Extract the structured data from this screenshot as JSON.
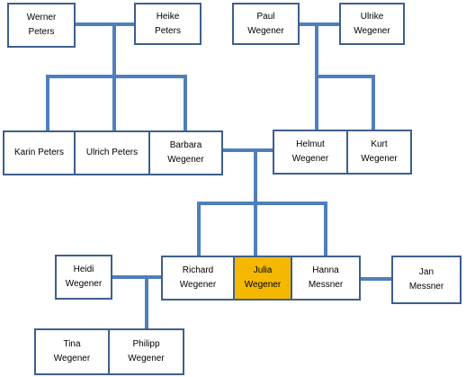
{
  "people": {
    "werner": "Werner\nPeters",
    "heike": "Heike\nPeters",
    "paul": "Paul\nWegener",
    "ulrike": "Ulrike\nWegener",
    "karin": "Karin Peters",
    "ulrich": "Ulrich Peters",
    "barbara": "Barbara\nWegener",
    "helmut": "Helmut\nWegener",
    "kurt": "Kurt\nWegener",
    "heidi": "Heidi\nWegener",
    "richard": "Richard\nWegener",
    "julia": "Julia\nWegener",
    "hanna": "Hanna\nMessner",
    "jan": "Jan\nMessner",
    "tina": "Tina\nWegener",
    "philipp": "Philipp\nWegener"
  },
  "colors": {
    "border": "#3e5f8c",
    "connector": "#4f7fba",
    "highlight": "#f5b800"
  }
}
